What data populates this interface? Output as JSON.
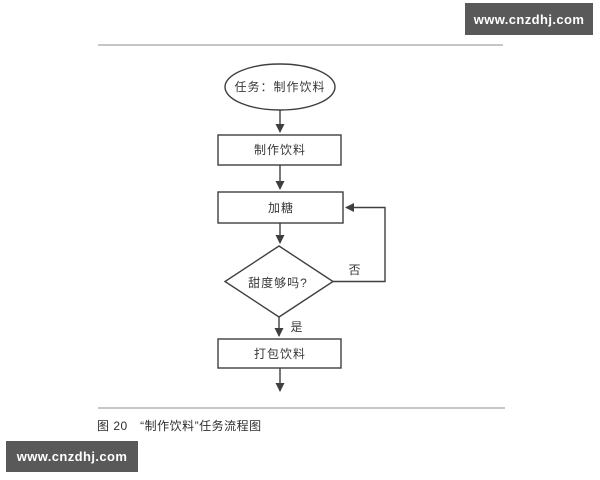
{
  "watermarks": {
    "top_right": "www.cnzdhj.com",
    "bottom_left": "www.cnzdhj.com"
  },
  "figure": {
    "caption": "图 20　“制作饮料”任务流程图"
  },
  "flowchart": {
    "start": "任务：制作饮料",
    "make_drink": "制作饮料",
    "add_sugar": "加糖",
    "decision": "甜度够吗?",
    "no_label": "否",
    "yes_label": "是",
    "pack_drink": "打包饮料"
  },
  "colors": {
    "line": "#3f3f3f",
    "rule": "#c6c6c6",
    "watermark_bg": "#595959",
    "watermark_text": "#ffffff"
  }
}
